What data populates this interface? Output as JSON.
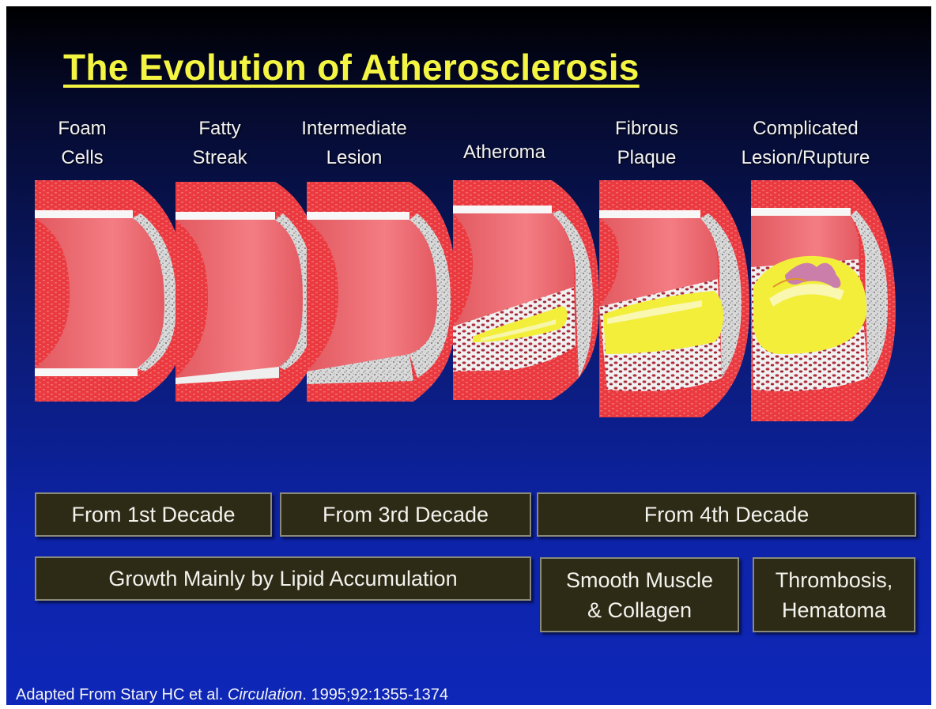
{
  "title": "The Evolution of Atherosclerosis",
  "stages": [
    {
      "label": "Foam\nCells"
    },
    {
      "label": "Fatty\nStreak"
    },
    {
      "label": "Intermediate\nLesion"
    },
    {
      "label": "Atheroma"
    },
    {
      "label": "Fibrous\nPlaque"
    },
    {
      "label": "Complicated\nLesion/Rupture"
    }
  ],
  "timing": {
    "first": "From 1st Decade",
    "third": "From 3rd Decade",
    "fourth": "From 4th Decade"
  },
  "growth": {
    "lipid": "Growth Mainly by Lipid Accumulation",
    "smooth_muscle": "Smooth Muscle\n& Collagen",
    "thrombosis": "Thrombosis,\nHematoma"
  },
  "citation": {
    "prefix": "Adapted From Stary HC et al. ",
    "journal": "Circulation",
    "suffix": ". 1995;92:1355-1374"
  },
  "colors": {
    "title": "#f4f442",
    "vessel_red": "#e8333b",
    "lumen_pink": "#f2737a",
    "plaque_white": "#ececec",
    "lipid_yellow": "#f2ee3a",
    "box_bg": "#2d2a15"
  }
}
